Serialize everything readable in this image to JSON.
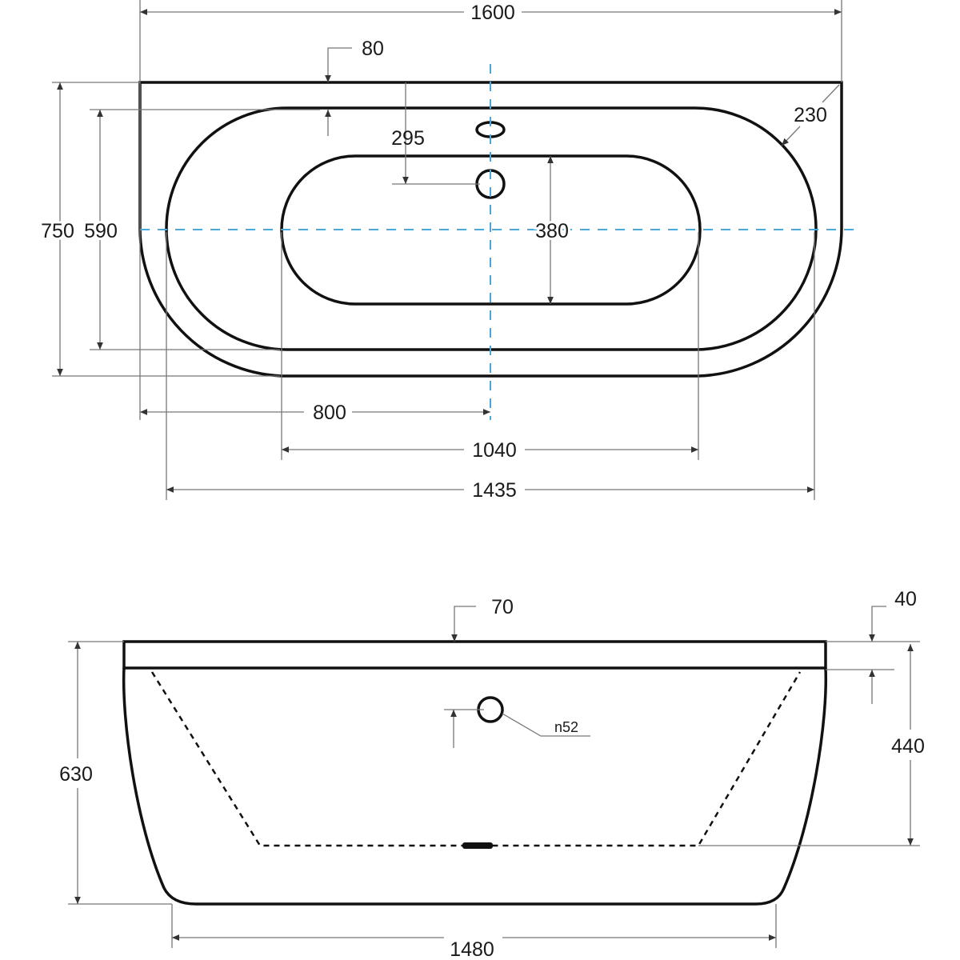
{
  "top_view": {
    "overall_length": "1600",
    "rim_width": "80",
    "overflow_offset": "295",
    "corner_radius": "230",
    "overall_width": "750",
    "inner_width": "590",
    "bottom_width": "380",
    "drain_to_end": "800",
    "bottom_length": "1040",
    "inner_length": "1435"
  },
  "side_view": {
    "rim_height": "70",
    "offset": "40",
    "overflow_height": "440",
    "overall_height": "630",
    "base_length": "1480",
    "overflow_diameter": "n52"
  },
  "colors": {
    "axis": "#4aa8d8",
    "outline": "#111111"
  }
}
